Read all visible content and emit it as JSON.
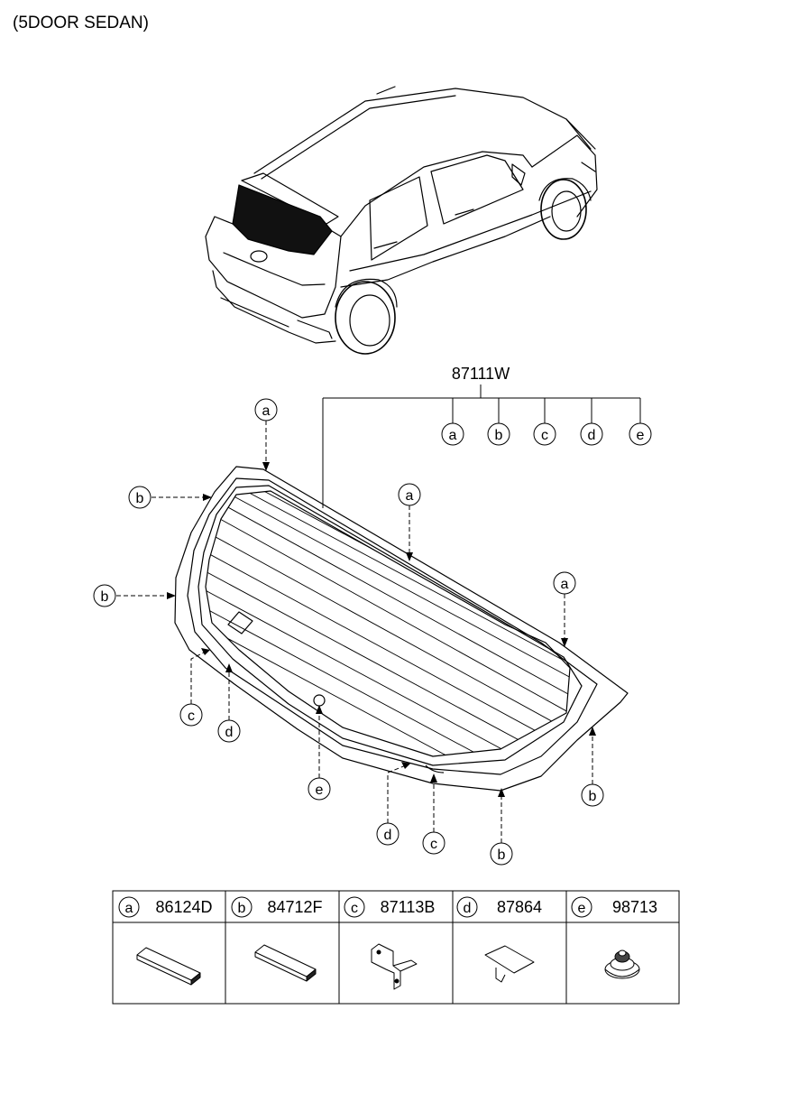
{
  "header": {
    "title": "(5DOOR SEDAN)"
  },
  "assembly": {
    "part_number": "87111W",
    "sub_letters": [
      "a",
      "b",
      "c",
      "d",
      "e"
    ]
  },
  "callouts": {
    "a1": "a",
    "a2": "a",
    "a3": "a",
    "b1": "b",
    "b2": "b",
    "b3": "b",
    "b4": "b",
    "c1": "c",
    "c2": "c",
    "d1": "d",
    "d2": "d",
    "e1": "e"
  },
  "parts_table": [
    {
      "letter": "a",
      "part_number": "86124D",
      "icon": "molding-strip-icon"
    },
    {
      "letter": "b",
      "part_number": "84712F",
      "icon": "molding-strip-icon"
    },
    {
      "letter": "c",
      "part_number": "87113B",
      "icon": "bracket-icon"
    },
    {
      "letter": "d",
      "part_number": "87864",
      "icon": "spacer-pad-icon"
    },
    {
      "letter": "e",
      "part_number": "98713",
      "icon": "grommet-icon"
    }
  ]
}
